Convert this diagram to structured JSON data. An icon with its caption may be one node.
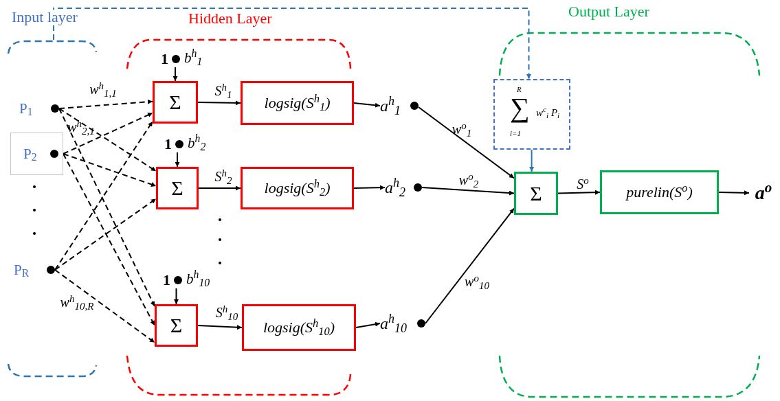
{
  "diagram": {
    "nodes": [
      {
        "text": [
          "P$_{1}$"
        ]
      },
      {
        "text": [
          "P$_{2}$"
        ]
      },
      {
        "text": [
          "P$_{R}$"
        ]
      },
      {
        "text": [
          "Σ"
        ]
      },
      {
        "text": [
          "Σ"
        ]
      },
      {
        "text": [
          "Σ"
        ]
      },
      {
        "text": [
          "logsig(S$^{h}$$_{1}$)"
        ]
      },
      {
        "text": [
          "logsig(S$^{h}$$_{2}$)"
        ]
      },
      {
        "text": [
          "logsig(S$^{h}$$_{10}$)"
        ]
      },
      {
        "text": [
          "a$^{h}$$_{1}$"
        ]
      },
      {
        "text": [
          "a$^{h}$$_{2}$"
        ]
      },
      {
        "text": [
          "a$^{h}$$_{10}$"
        ]
      },
      {
        "text": [
          "Σ"
        ]
      },
      {
        "text": [
          "R",
          "∑",
          "i=1",
          "w$^{c}$$_{i}$ P$_{i}$"
        ]
      },
      {
        "text": [
          "purelin(S$^{o}$)"
        ]
      },
      {
        "text": [
          "a$^{o}$"
        ]
      },
      {
        "text": [
          "1"
        ],
        "beside": [
          "b$^{h}$$_{1}$"
        ]
      },
      {
        "text": [
          "1"
        ],
        "beside": [
          "b$^{h}$$_{2}$"
        ]
      },
      {
        "text": [
          "1"
        ],
        "beside": [
          "b$^{h}$$_{10}$"
        ]
      }
    ],
    "edges": [
      {
        "from": 0,
        "to": 3,
        "arrow": "to",
        "style": "dashed",
        "label": "w$^{h}$$_{1,1}$"
      },
      {
        "from": 0,
        "to": 4,
        "arrow": "to",
        "style": "dashed",
        "label": "w$^{h}$$_{2,1}$"
      },
      {
        "from": 0,
        "to": 5,
        "arrow": "to",
        "style": "dashed"
      },
      {
        "from": 1,
        "to": 3,
        "arrow": "to",
        "style": "dashed"
      },
      {
        "from": 1,
        "to": 4,
        "arrow": "to",
        "style": "dashed"
      },
      {
        "from": 1,
        "to": 5,
        "arrow": "to",
        "style": "dashed"
      },
      {
        "from": 2,
        "to": 3,
        "arrow": "to",
        "style": "dashed"
      },
      {
        "from": 2,
        "to": 4,
        "arrow": "to",
        "style": "dashed"
      },
      {
        "from": 2,
        "to": 5,
        "arrow": "to",
        "style": "dashed",
        "label": "w$^{h}$$_{10,R}$"
      },
      {
        "from": 16,
        "to": 3,
        "arrow": "to"
      },
      {
        "from": 17,
        "to": 4,
        "arrow": "to"
      },
      {
        "from": 18,
        "to": 5,
        "arrow": "to"
      },
      {
        "from": 3,
        "to": 6,
        "arrow": "to",
        "label": "S$^{h}$$_{1}$"
      },
      {
        "from": 4,
        "to": 7,
        "arrow": "to",
        "label": "S$^{h}$$_{2}$"
      },
      {
        "from": 5,
        "to": 8,
        "arrow": "to",
        "label": "S$^{h}$$_{10}$"
      },
      {
        "from": 6,
        "to": 9,
        "arrow": "to"
      },
      {
        "from": 7,
        "to": 10,
        "arrow": "to"
      },
      {
        "from": 8,
        "to": 11,
        "arrow": "to"
      },
      {
        "from": 9,
        "to": 12,
        "arrow": "to",
        "label": "w$^{o}$$_{1}$"
      },
      {
        "from": 10,
        "to": 12,
        "arrow": "to",
        "label": "w$^{o}$$_{2}$"
      },
      {
        "from": 11,
        "to": 12,
        "arrow": "to",
        "label": "w$^{o}$$_{10}$"
      },
      {
        "from": 13,
        "to": 12,
        "arrow": "to",
        "color": "#2e75b6"
      },
      {
        "from": 12,
        "to": 14,
        "arrow": "to",
        "label": "S$^{o}$"
      },
      {
        "from": 14,
        "to": 15,
        "arrow": "to"
      },
      {
        "from": null,
        "to": 13,
        "arrow": "to",
        "style": "dashed",
        "color": "#2e75b6"
      }
    ],
    "labels": [
      "Input layer",
      "Hidden Layer",
      "Output Layer"
    ]
  }
}
